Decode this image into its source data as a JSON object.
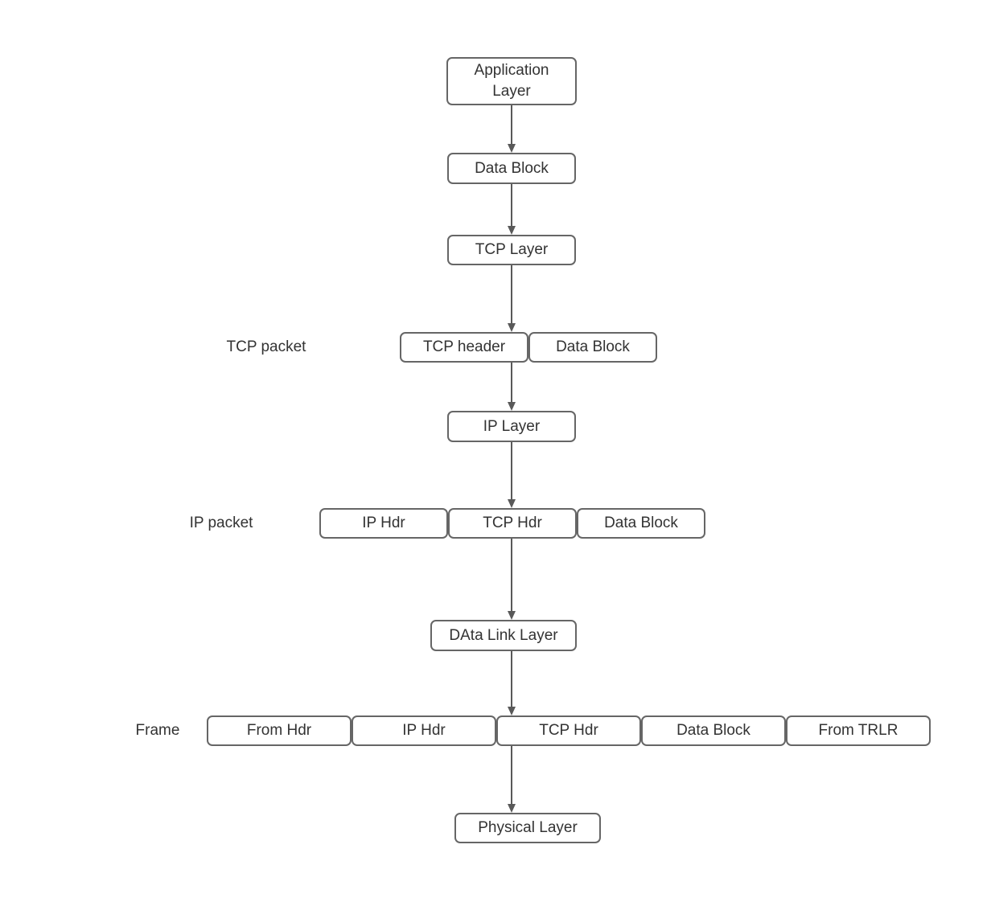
{
  "colors": {
    "box_border": "#666666",
    "box_fill": "#ffffff",
    "text": "#333333",
    "arrow": "#595959",
    "background": "#ffffff"
  },
  "nodes": {
    "application_layer": "Application\nLayer",
    "data_block": "Data Block",
    "tcp_layer": "TCP Layer",
    "ip_layer": "IP Layer",
    "data_link_layer": "DAta Link Layer",
    "physical_layer": "Physical Layer"
  },
  "rows": {
    "tcp_packet": {
      "label": "TCP packet",
      "cells": [
        "TCP header",
        "Data Block"
      ]
    },
    "ip_packet": {
      "label": "IP packet",
      "cells": [
        "IP Hdr",
        "TCP Hdr",
        "Data Block"
      ]
    },
    "frame": {
      "label": "Frame",
      "cells": [
        "From Hdr",
        "IP Hdr",
        "TCP Hdr",
        "Data Block",
        "From TRLR"
      ]
    }
  }
}
